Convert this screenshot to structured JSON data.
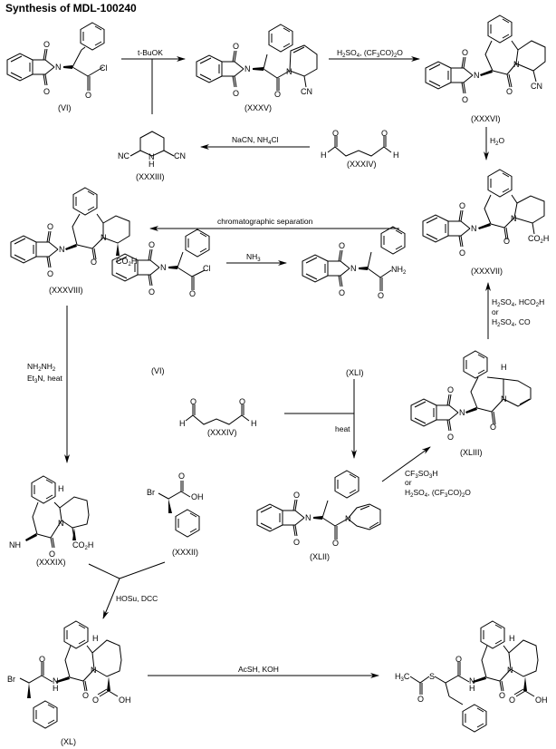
{
  "title": "Synthesis of MDL-100240",
  "compounds": {
    "VI_top": {
      "label": "(VI)"
    },
    "XXXV": {
      "label": "(XXXV)"
    },
    "XXXVI": {
      "label": "(XXXVI)"
    },
    "XXXIII": {
      "label": "(XXXIII)"
    },
    "XXXIV_top": {
      "label": "(XXXIV)"
    },
    "XXXVII": {
      "label": "(XXXVII)"
    },
    "XXXVIII": {
      "label": "(XXXVIII)"
    },
    "VI_mid": {
      "label": "(VI)"
    },
    "XLI": {
      "label": "(XLI)"
    },
    "XXXIV_mid": {
      "label": "(XXXIV)"
    },
    "XLIII": {
      "label": "(XLIII)"
    },
    "XLII": {
      "label": "(XLII)"
    },
    "XXXIX": {
      "label": "(XXXIX)"
    },
    "XXXII": {
      "label": "(XXXII)"
    },
    "XL": {
      "label": "(XL)"
    }
  },
  "atoms": {
    "O": "O",
    "N": "N",
    "Cl": "Cl",
    "CN": "CN",
    "NC": "NC",
    "H": "H",
    "NH2": "NH",
    "CO2H": "CO",
    "OH": "OH",
    "Br": "Br",
    "S": "S",
    "H3C": "H",
    "sub2": "2",
    "sub3": "3",
    "C": "C"
  },
  "reagents": {
    "r1": "t-BuOK",
    "r2_a": "H",
    "r2_b": "SO",
    "r2_c": ", (CF",
    "r2_d": "CO)",
    "r2_e": "O",
    "r3": "H",
    "r3_b": "O",
    "r4": "NaCN, NH",
    "r4_b": "Cl",
    "r5": "chromatographic separation",
    "r6": "NH",
    "r7_line1": "NH",
    "r7_line1b": "NH",
    "r7_line2": "Et",
    "r7_line2b": "N, heat",
    "r8_line1": "H",
    "r8_line1b": "SO",
    "r8_line1c": ", HCO",
    "r8_line1d": "H",
    "r8_or": "or",
    "r8_line3": "H",
    "r8_line3b": "SO",
    "r8_line3c": ", CO",
    "r9": "heat",
    "r10_line1": "CF",
    "r10_line1b": "SO",
    "r10_line1c": "H",
    "r10_or": "or",
    "r10_line3": "H",
    "r10_line3b": "SO",
    "r10_line3c": ", (CF",
    "r10_line3d": "CO)",
    "r10_line3e": "O",
    "r11": "HOSu, DCC",
    "r12": "AcSH, KOH"
  }
}
